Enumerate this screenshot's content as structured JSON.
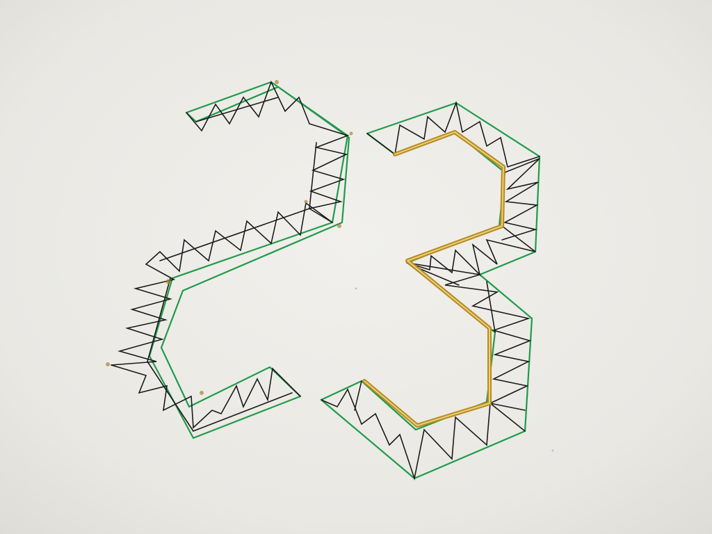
{
  "scene": {
    "description_free": true,
    "paper_color": "#ecebe6",
    "outline_color": "#1f9a4a",
    "truss_color": "#1a1a1a",
    "wire_color": "#c9a227",
    "wire_highlight": "#f3e19a",
    "mark_color": "#a8833a"
  },
  "icons": [
    "digit-two-truss",
    "digit-three-truss",
    "gold-wire"
  ]
}
